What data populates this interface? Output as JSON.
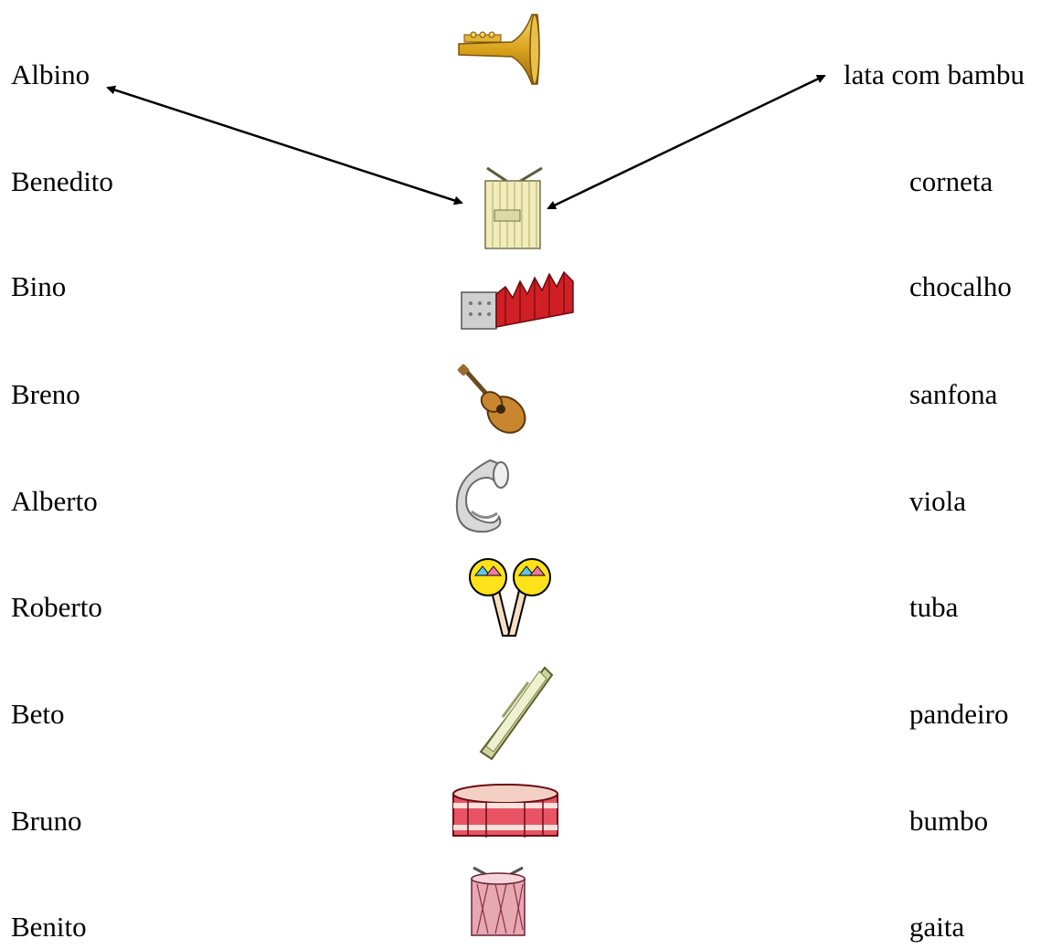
{
  "names": [
    "Albino",
    "Benedito",
    "Bino",
    "Breno",
    "Alberto",
    "Roberto",
    "Beto",
    "Bruno",
    "Benito"
  ],
  "instruments": [
    "lata com bambu",
    "corneta",
    "chocalho",
    "sanfona",
    "viola",
    "tuba",
    "pandeiro",
    "bumbo",
    "gaita"
  ],
  "pictures": [
    "trumpet-icon",
    "drum-box-icon",
    "accordion-icon",
    "guitar-icon",
    "tuba-icon",
    "maracas-icon",
    "harmonica-icon",
    "snare-drum-icon",
    "tall-drum-icon"
  ],
  "example_links": [
    {
      "from": "Albino",
      "to": "drum-box-icon"
    },
    {
      "from": "lata com bambu",
      "to": "drum-box-icon"
    }
  ]
}
